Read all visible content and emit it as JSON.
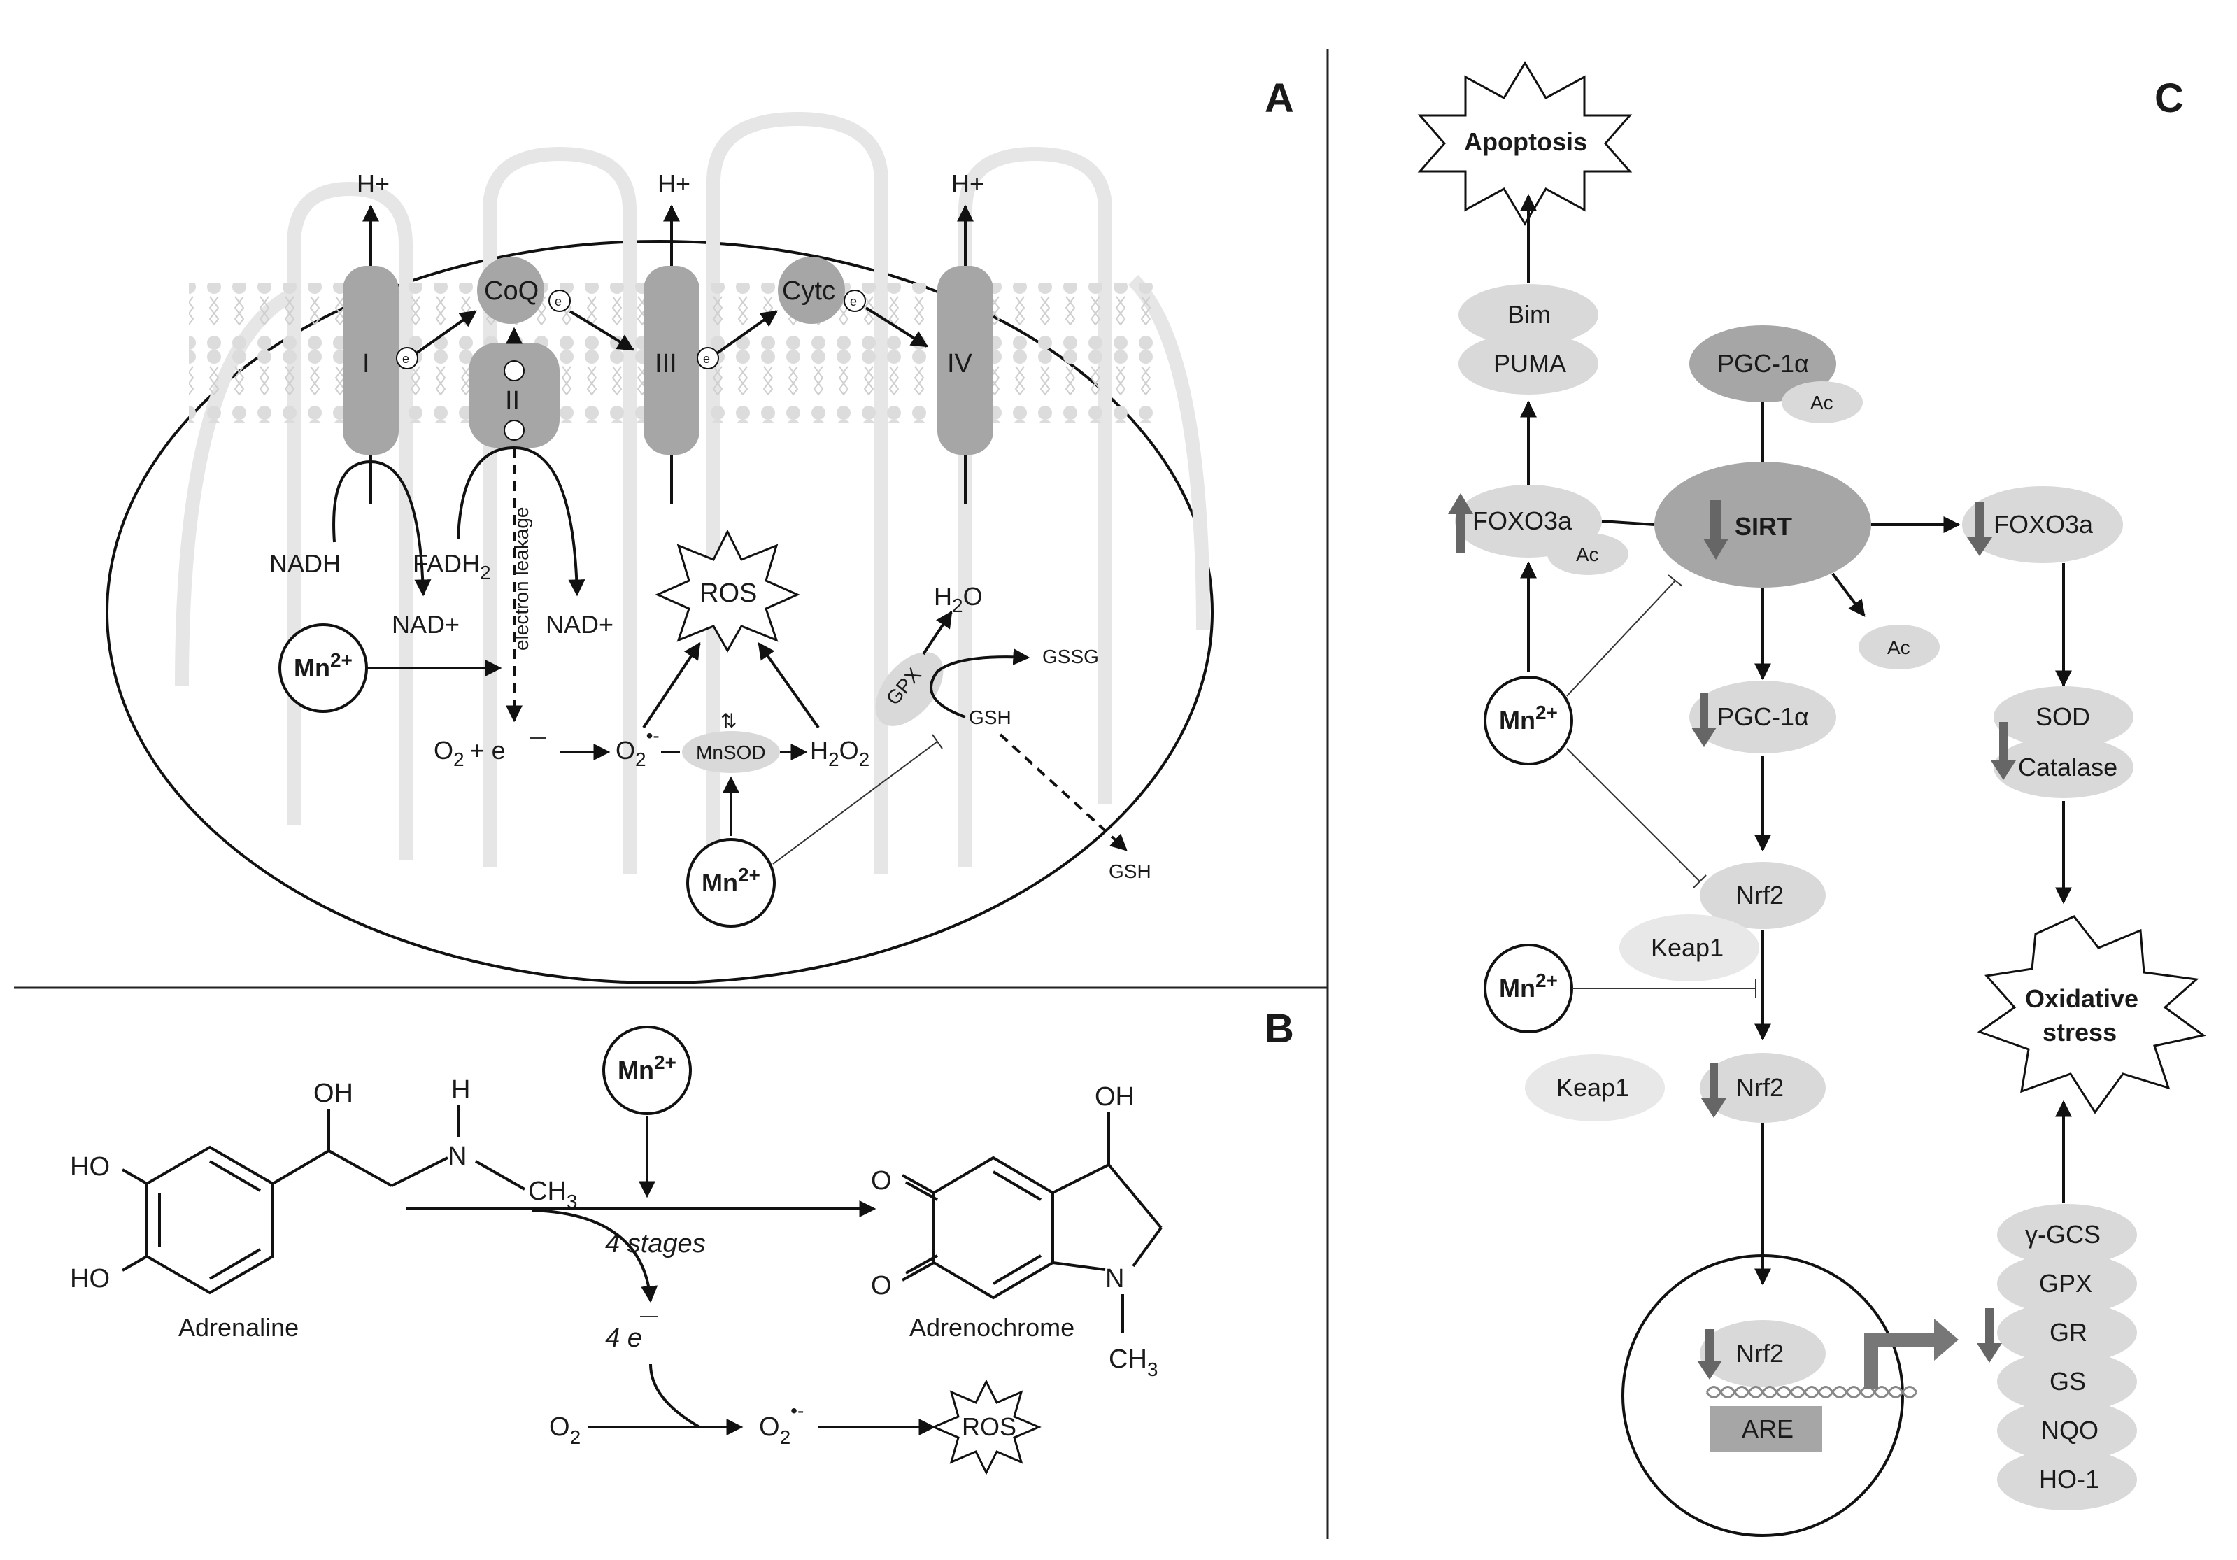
{
  "panels": {
    "A": {
      "letter": "A",
      "protons": [
        "H+",
        "H+",
        "H+"
      ],
      "complexes": [
        "I",
        "II",
        "III",
        "IV"
      ],
      "carriers": [
        "CoQ",
        "Cytc"
      ],
      "electron": "e",
      "substrates": {
        "nadh": "NADH",
        "nad1": "NAD+",
        "fadh": "FADH",
        "fadh_sub": "2",
        "nad2": "NAD+"
      },
      "electron_leakage": "electron leakage",
      "mn": "Mn",
      "mn_sup": "2+",
      "o2": "O",
      "o2_sub": "2",
      "plus_e": "+ e",
      "superoxide": "O",
      "superoxide_sub": "2",
      "superoxide_sup": "•-",
      "mnsod": "MnSOD",
      "h2o2": "H",
      "h2o2_sub": "2",
      "h2o2_o": "O",
      "h2o2_sub2": "2",
      "ros": "ROS",
      "gpx": "GPX",
      "h2o": "H",
      "h2o_sub": "2",
      "h2o_o": "O",
      "gssg": "GSSG",
      "gsh1": "GSH",
      "gsh2": "GSH"
    },
    "B": {
      "letter": "B",
      "oh": "OH",
      "h": "H",
      "n": "N",
      "ch3": "CH",
      "ch3_sub": "3",
      "ho1": "HO",
      "ho2": "HO",
      "o1": "O",
      "o2": "O",
      "adrenaline": "Adrenaline",
      "adrenochrome": "Adrenochrome",
      "stages": "4 stages",
      "four_e": "4 e",
      "o2_left": "O",
      "o2_left_sub": "2",
      "superoxide": "O",
      "superoxide_sub": "2",
      "superoxide_sup": "•-",
      "ros": "ROS",
      "mn": "Mn",
      "mn_sup": "2+"
    },
    "C": {
      "letter": "C",
      "apoptosis": "Apoptosis",
      "bim": "Bim",
      "puma": "PUMA",
      "pgc_top": "PGC-1α",
      "ac": "Ac",
      "foxo_left": "FOXO3a",
      "sirt": "SIRT",
      "foxo_right": "FOXO3a",
      "pgc_mid": "PGC-1α",
      "sod": "SOD",
      "catalase": "Catalase",
      "nrf2": "Nrf2",
      "keap1": "Keap1",
      "oxidative": [
        "Oxidative",
        "stress"
      ],
      "are": "ARE",
      "targets": [
        "γ-GCS",
        "GPX",
        "GR",
        "GS",
        "NQO",
        "HO-1"
      ],
      "mn": "Mn",
      "mn_sup": "2+"
    }
  }
}
